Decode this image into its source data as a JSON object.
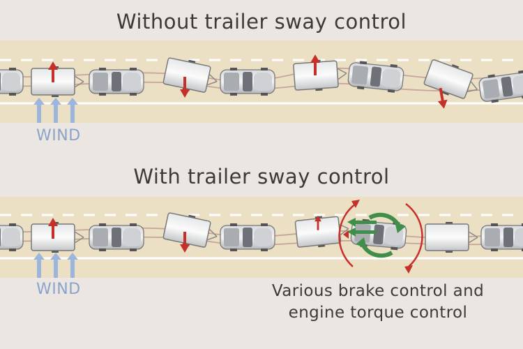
{
  "diagram": {
    "top_title": "Without trailer sway control",
    "bottom_title": "With trailer sway control",
    "wind_label": "WIND",
    "caption_line1": "Various brake control and",
    "caption_line2": "engine torque control"
  },
  "colors": {
    "background": "#ece6e2",
    "road": "#ece0c4",
    "lane_line": "#ffffff",
    "path_line": "#c7a39c",
    "wind_arrow": "#9bb5dd",
    "sway_arrow": "#c6302a",
    "control_arrow": "#3f8f4a",
    "text": "#3a3a3a"
  },
  "icons": {
    "wind": "wind-arrow-icon",
    "sway": "sway-arrow-icon",
    "control": "rotation-control-icon"
  }
}
